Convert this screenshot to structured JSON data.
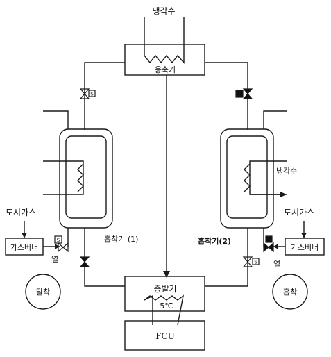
{
  "labels": {
    "cooling_water_top": "냉각수",
    "condenser": "응축기",
    "cooling_water_right": "냉각수",
    "city_gas_left": "도시가스",
    "city_gas_right": "도시가스",
    "gas_burner_left": "가스버너",
    "gas_burner_right": "가스버너",
    "heat_left": "열",
    "heat_right": "열",
    "adsorber_1": "흡착기 (1)",
    "adsorber_2": "흡착기(2)",
    "evaporator": "증발기",
    "evaporator_temp": "5℃",
    "fcu": "FCU",
    "desorption": "탈착",
    "adsorption": "흡착",
    "valve_mark": "S"
  },
  "colors": {
    "line": "#1a1a1a",
    "closed_valve": "#111111",
    "background": "#ffffff"
  }
}
